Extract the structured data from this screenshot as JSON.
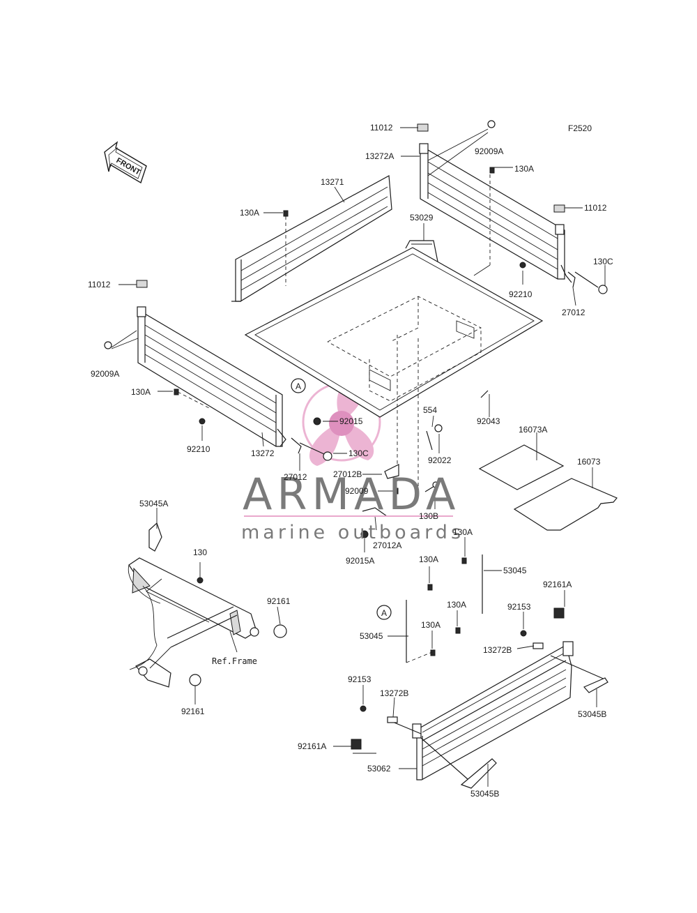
{
  "figure_code": "F2520",
  "front_arrow": "FRONT",
  "ref_frame": "Ref.Frame",
  "watermark": {
    "name": "ARMADA",
    "tagline": "marine outboards",
    "color": "#e9a8cc",
    "text_color": "#7a7a7a"
  },
  "callouts": [
    {
      "id": "11012",
      "text": "11012"
    },
    {
      "id": "92009A",
      "text": "92009A"
    },
    {
      "id": "13272A",
      "text": "13272A"
    },
    {
      "id": "130A",
      "text": "130A"
    },
    {
      "id": "11012",
      "text": "11012"
    },
    {
      "id": "13271",
      "text": "13271"
    },
    {
      "id": "130A",
      "text": "130A"
    },
    {
      "id": "53029",
      "text": "53029"
    },
    {
      "id": "130C",
      "text": "130C"
    },
    {
      "id": "92210",
      "text": "92210"
    },
    {
      "id": "27012",
      "text": "27012"
    },
    {
      "id": "11012",
      "text": "11012"
    },
    {
      "id": "92009A",
      "text": "92009A"
    },
    {
      "id": "130A",
      "text": "130A"
    },
    {
      "id": "92015",
      "text": "92015"
    },
    {
      "id": "92043",
      "text": "92043"
    },
    {
      "id": "554",
      "text": "554"
    },
    {
      "id": "16073A",
      "text": "16073A"
    },
    {
      "id": "16073",
      "text": "16073"
    },
    {
      "id": "92210",
      "text": "92210"
    },
    {
      "id": "13272",
      "text": "13272"
    },
    {
      "id": "130C",
      "text": "130C"
    },
    {
      "id": "92022",
      "text": "92022"
    },
    {
      "id": "27012",
      "text": "27012"
    },
    {
      "id": "27012B",
      "text": "27012B"
    },
    {
      "id": "92009",
      "text": "92009"
    },
    {
      "id": "130B",
      "text": "130B"
    },
    {
      "id": "53045A",
      "text": "53045A"
    },
    {
      "id": "27012A",
      "text": "27012A"
    },
    {
      "id": "130A",
      "text": "130A"
    },
    {
      "id": "92015A",
      "text": "92015A"
    },
    {
      "id": "130",
      "text": "130"
    },
    {
      "id": "130A",
      "text": "130A"
    },
    {
      "id": "53045",
      "text": "53045"
    },
    {
      "id": "92161",
      "text": "92161"
    },
    {
      "id": "92161A",
      "text": "92161A"
    },
    {
      "id": "130A",
      "text": "130A"
    },
    {
      "id": "92153",
      "text": "92153"
    },
    {
      "id": "53045",
      "text": "53045"
    },
    {
      "id": "130A",
      "text": "130A"
    },
    {
      "id": "13272B",
      "text": "13272B"
    },
    {
      "id": "92161",
      "text": "92161"
    },
    {
      "id": "92153",
      "text": "92153"
    },
    {
      "id": "13272B",
      "text": "13272B"
    },
    {
      "id": "53045B",
      "text": "53045B"
    },
    {
      "id": "92161A",
      "text": "92161A"
    },
    {
      "id": "53062",
      "text": "53062"
    },
    {
      "id": "53045B",
      "text": "53045B"
    }
  ],
  "reference_markers": [
    {
      "id": "A",
      "text": "A"
    },
    {
      "id": "A",
      "text": "A"
    }
  ]
}
